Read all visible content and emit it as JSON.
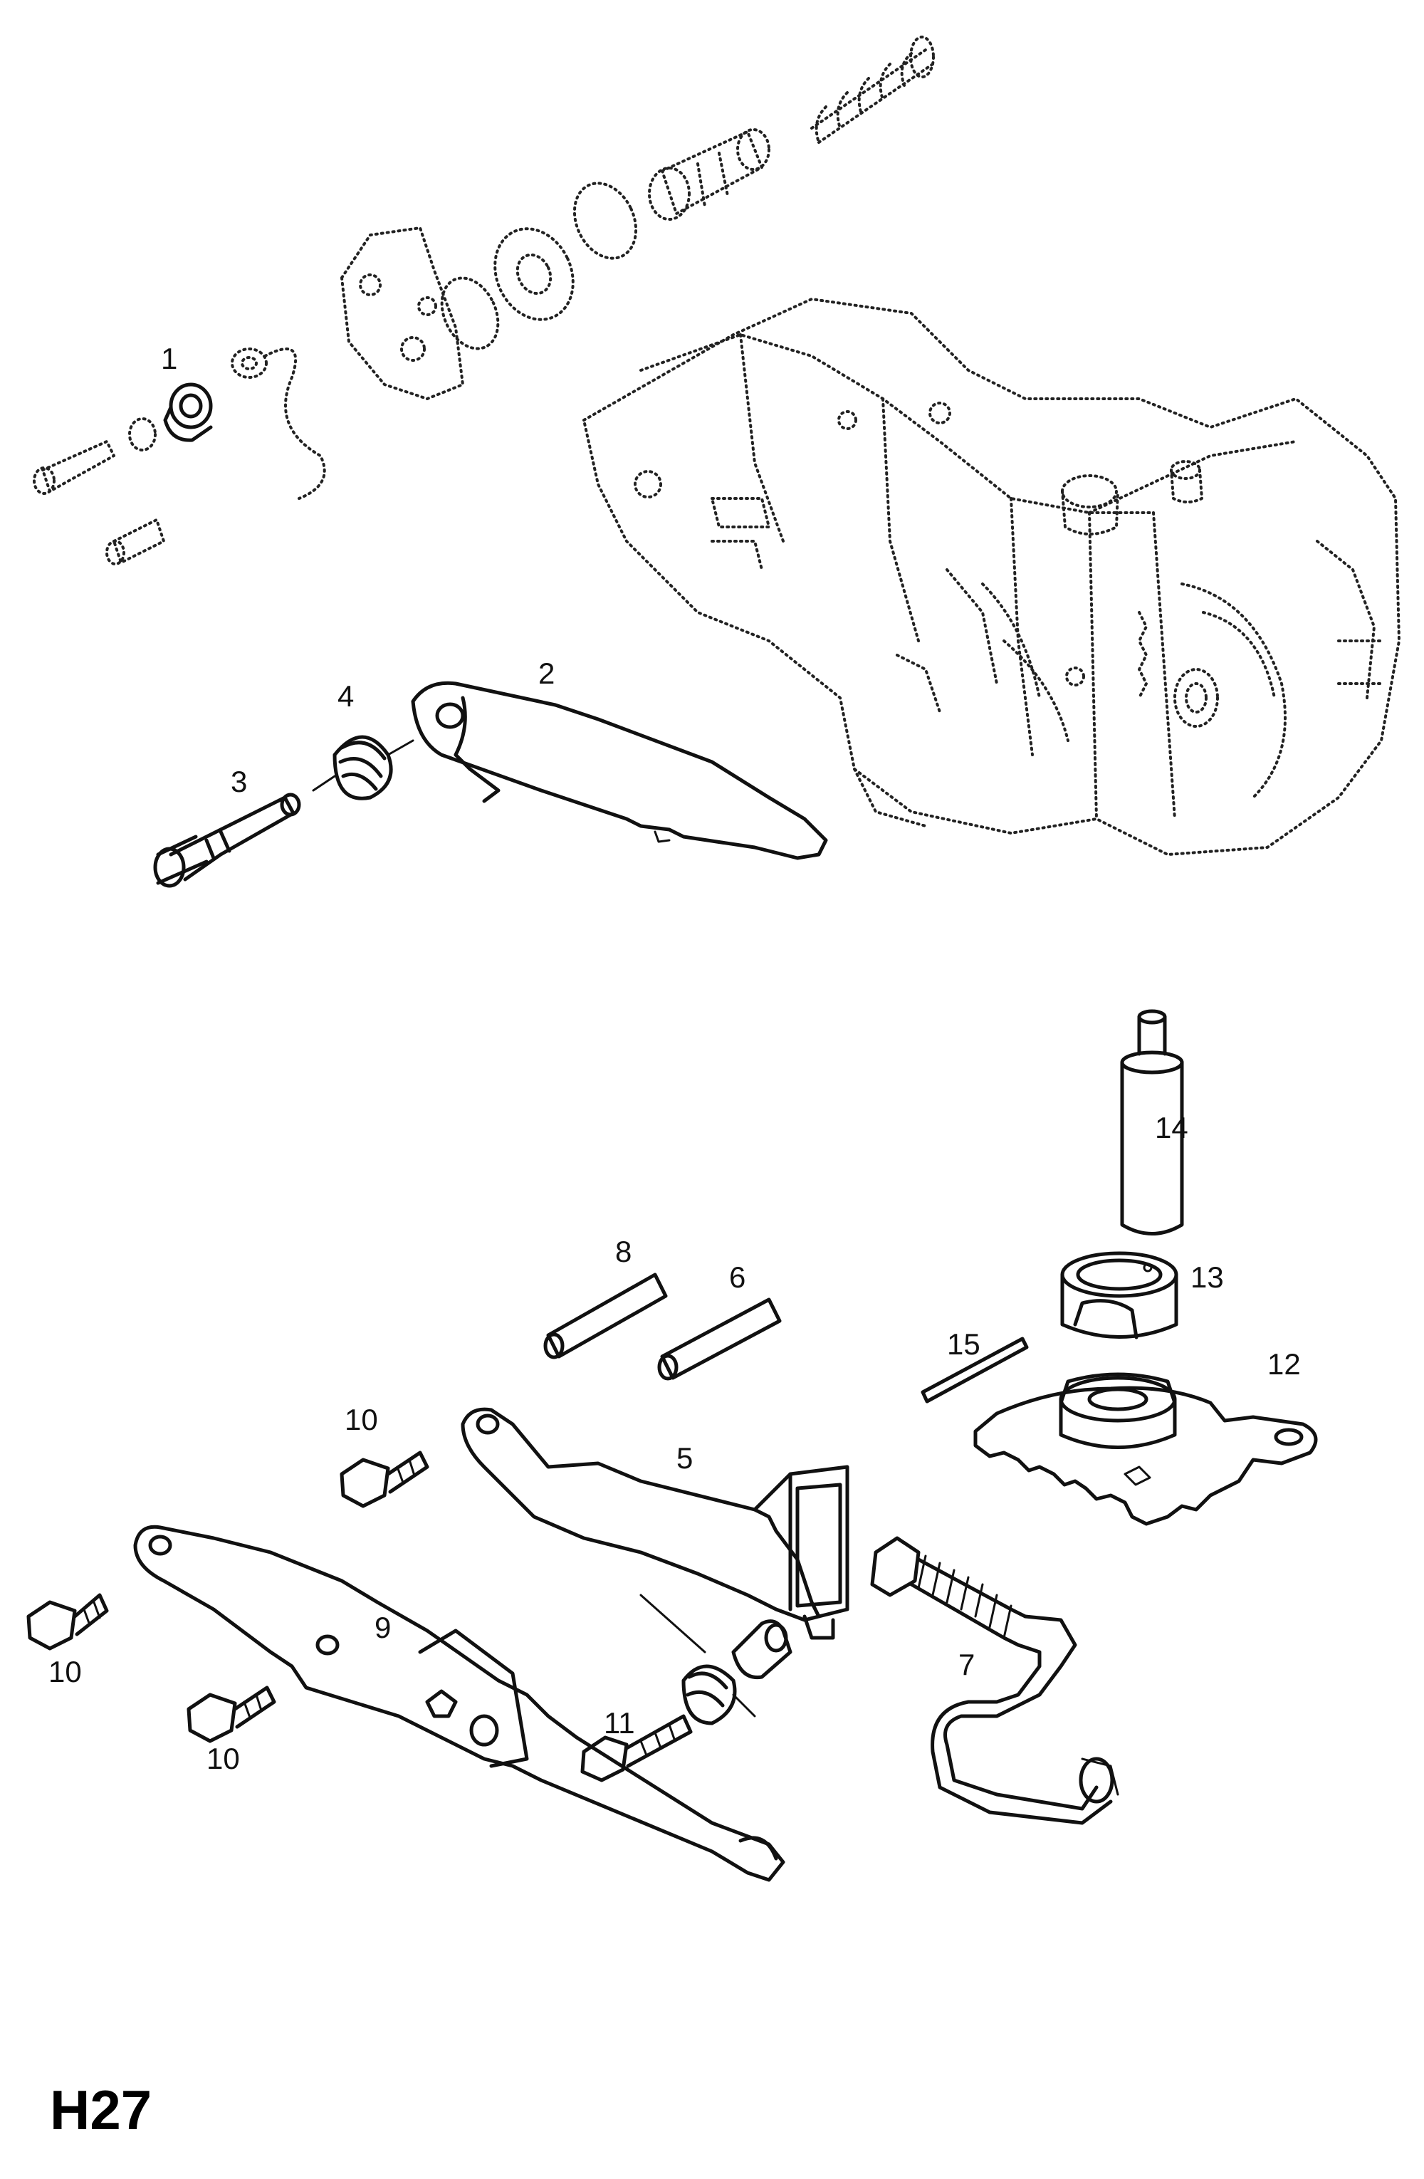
{
  "page_code": "H27",
  "callouts": [
    {
      "id": "1",
      "text": "1"
    },
    {
      "id": "2",
      "text": "2"
    },
    {
      "id": "3",
      "text": "3"
    },
    {
      "id": "4",
      "text": "4"
    },
    {
      "id": "5",
      "text": "5"
    },
    {
      "id": "6",
      "text": "6"
    },
    {
      "id": "7",
      "text": "7"
    },
    {
      "id": "8",
      "text": "8"
    },
    {
      "id": "9",
      "text": "9"
    },
    {
      "id": "10a",
      "text": "10"
    },
    {
      "id": "10b",
      "text": "10"
    },
    {
      "id": "10c",
      "text": "10"
    },
    {
      "id": "11",
      "text": "11"
    },
    {
      "id": "12",
      "text": "12"
    },
    {
      "id": "13",
      "text": "13"
    },
    {
      "id": "14",
      "text": "14"
    },
    {
      "id": "15",
      "text": "15"
    }
  ]
}
